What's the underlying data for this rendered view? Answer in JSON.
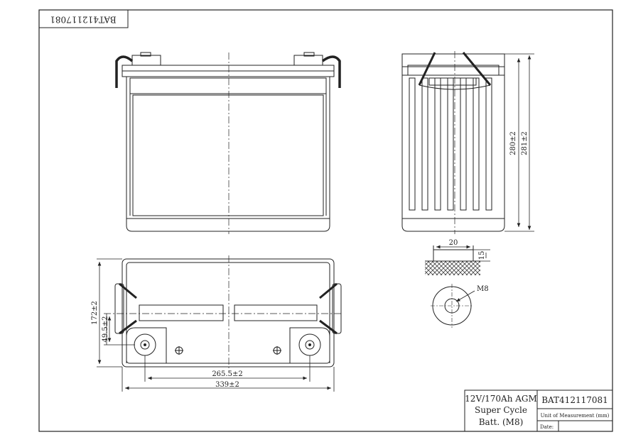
{
  "drawing": {
    "stamp_code": "BAT412117081",
    "dimensions": {
      "height_1": "280±2",
      "height_2": "281±2",
      "terminal_width": "20",
      "terminal_depth": "15",
      "thread": "M8",
      "width": "172±2",
      "terminal_offset": "49.5±2",
      "terminal_spacing": "265.5±2",
      "length": "339±2"
    }
  },
  "title_block": {
    "description_line1": "12V/170Ah AGM",
    "description_line2": "Super Cycle",
    "description_line3": "Batt. (M8)",
    "part_number": "BAT412117081",
    "unit_label": "Unit of Measurement (mm)",
    "date_label": "Date:"
  }
}
